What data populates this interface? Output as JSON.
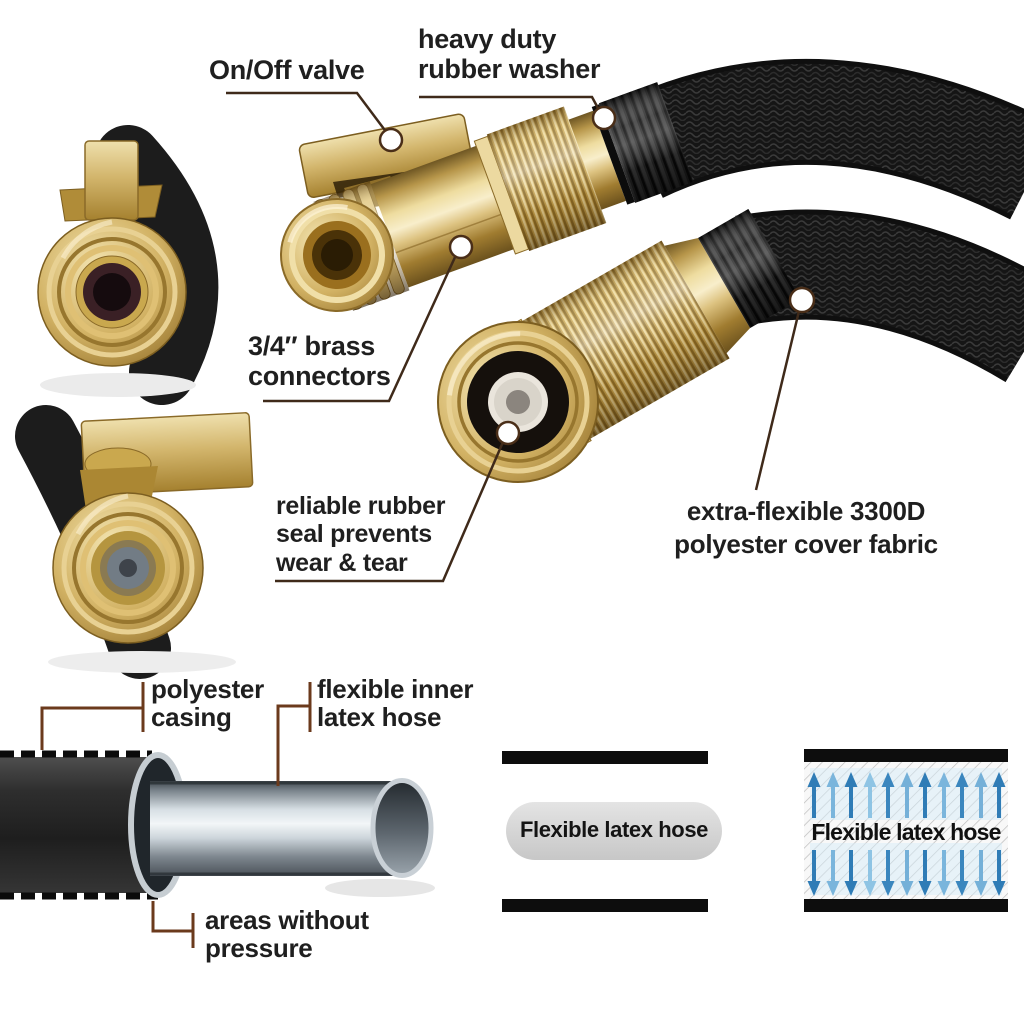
{
  "page": {
    "background": "#ffffff",
    "type": "product-feature-diagram",
    "subject": "expandable garden hose"
  },
  "colors": {
    "brass": "#c9a84e",
    "brass_highlight": "#f0dfa8",
    "hose_black": "#141414",
    "ferrule_gray": "#2e2e2e",
    "leader_brown": "#3f2a1a",
    "bracket_brown": "#6b3a1c",
    "arrow_blue": "#2f7cb6",
    "arrow_blue_light": "#7ab5dc",
    "pill_gray": "#d9d9d9",
    "text": "#1f1f1f"
  },
  "callouts": {
    "on_off_valve": "On/Off valve",
    "heavy_duty_rubber_washer": "heavy duty\nrubber washer",
    "brass_connectors": "3/4″ brass\nconnectors",
    "reliable_rubber_seal": "reliable rubber\nseal prevents\nwear & tear",
    "extra_flexible_fabric": "extra-flexible 3300D\npolyester cover fabric",
    "polyester_casing": "polyester\ncasing",
    "flexible_inner_latex": "flexible inner\nlatex hose",
    "areas_without_pressure": "areas without\npressure"
  },
  "diagrams": {
    "latex_pill_label": "Flexible latex hose",
    "latex_arrows_label": "Flexible latex hose"
  }
}
